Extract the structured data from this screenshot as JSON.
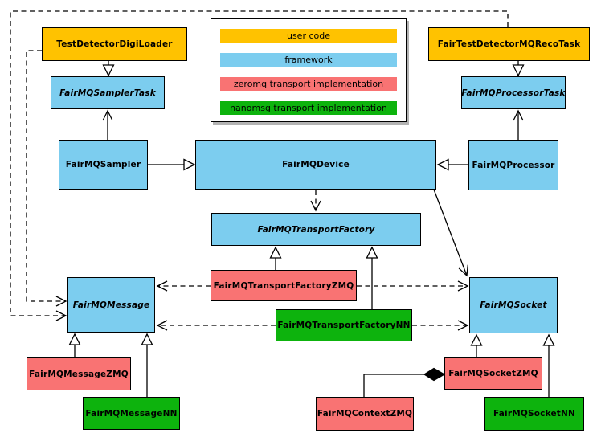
{
  "colors": {
    "user_code": "#FFC200",
    "framework": "#7CCDEF",
    "zeromq": "#F97373",
    "nanomsg": "#0DB30D",
    "edge": "#000000",
    "legend_shadow": "#B3B3B3"
  },
  "legend": {
    "items": [
      {
        "label": "user code",
        "color": "#FFC200"
      },
      {
        "label": "framework",
        "color": "#7CCDEF"
      },
      {
        "label": "zeromq transport implementation",
        "color": "#F97373"
      },
      {
        "label": "nanomsg transport implementation",
        "color": "#0DB30D"
      }
    ]
  },
  "nodes": {
    "testDetectorDigiLoader": {
      "label": "TestDetectorDigiLoader"
    },
    "fairTestDetectorMQRecoTask": {
      "label": "FairTestDetectorMQRecoTask"
    },
    "fairMQSamplerTask": {
      "label": "FairMQSamplerTask"
    },
    "fairMQProcessorTask": {
      "label": "FairMQProcessorTask"
    },
    "fairMQSampler": {
      "label": "FairMQSampler"
    },
    "fairMQDevice": {
      "label": "FairMQDevice"
    },
    "fairMQProcessor": {
      "label": "FairMQProcessor"
    },
    "fairMQTransportFactory": {
      "label": "FairMQTransportFactory"
    },
    "fairMQTransportFactoryZMQ": {
      "label": "FairMQTransportFactoryZMQ"
    },
    "fairMQTransportFactoryNN": {
      "label": "FairMQTransportFactoryNN"
    },
    "fairMQMessage": {
      "label": "FairMQMessage"
    },
    "fairMQSocket": {
      "label": "FairMQSocket"
    },
    "fairMQMessageZMQ": {
      "label": "FairMQMessageZMQ"
    },
    "fairMQMessageNN": {
      "label": "FairMQMessageNN"
    },
    "fairMQSocketZMQ": {
      "label": "FairMQSocketZMQ"
    },
    "fairMQSocketNN": {
      "label": "FairMQSocketNN"
    },
    "fairMQContextZMQ": {
      "label": "FairMQContextZMQ"
    }
  },
  "edges": [
    {
      "from": "TestDetectorDigiLoader",
      "to": "FairMQSamplerTask",
      "type": "generalization"
    },
    {
      "from": "FairTestDetectorMQRecoTask",
      "to": "FairMQProcessorTask",
      "type": "generalization"
    },
    {
      "from": "FairMQSampler",
      "to": "FairMQSamplerTask",
      "type": "open-arrow"
    },
    {
      "from": "FairMQProcessor",
      "to": "FairMQProcessorTask",
      "type": "open-arrow"
    },
    {
      "from": "FairMQSampler",
      "to": "FairMQDevice",
      "type": "generalization"
    },
    {
      "from": "FairMQProcessor",
      "to": "FairMQDevice",
      "type": "generalization"
    },
    {
      "from": "FairMQDevice",
      "to": "FairMQTransportFactory",
      "type": "dashed-arrow"
    },
    {
      "from": "FairMQDevice",
      "to": "FairMQSocket",
      "type": "open-arrow"
    },
    {
      "from": "FairMQTransportFactoryZMQ",
      "to": "FairMQTransportFactory",
      "type": "generalization"
    },
    {
      "from": "FairMQTransportFactoryNN",
      "to": "FairMQTransportFactory",
      "type": "generalization"
    },
    {
      "from": "FairMQTransportFactoryZMQ",
      "to": "FairMQMessage",
      "type": "dashed-arrow"
    },
    {
      "from": "FairMQTransportFactoryZMQ",
      "to": "FairMQSocket",
      "type": "dashed-arrow"
    },
    {
      "from": "FairMQTransportFactoryNN",
      "to": "FairMQMessage",
      "type": "dashed-arrow"
    },
    {
      "from": "FairMQTransportFactoryNN",
      "to": "FairMQSocket",
      "type": "dashed-arrow"
    },
    {
      "from": "TestDetectorDigiLoader",
      "to": "FairMQMessage",
      "type": "dashed-arrow"
    },
    {
      "from": "FairTestDetectorMQRecoTask",
      "to": "FairMQMessage",
      "type": "dashed-arrow"
    },
    {
      "from": "FairMQMessageZMQ",
      "to": "FairMQMessage",
      "type": "generalization"
    },
    {
      "from": "FairMQMessageNN",
      "to": "FairMQMessage",
      "type": "generalization"
    },
    {
      "from": "FairMQSocketZMQ",
      "to": "FairMQSocket",
      "type": "generalization"
    },
    {
      "from": "FairMQSocketNN",
      "to": "FairMQSocket",
      "type": "generalization"
    },
    {
      "from": "FairMQContextZMQ",
      "to": "FairMQSocketZMQ",
      "type": "composition"
    }
  ]
}
